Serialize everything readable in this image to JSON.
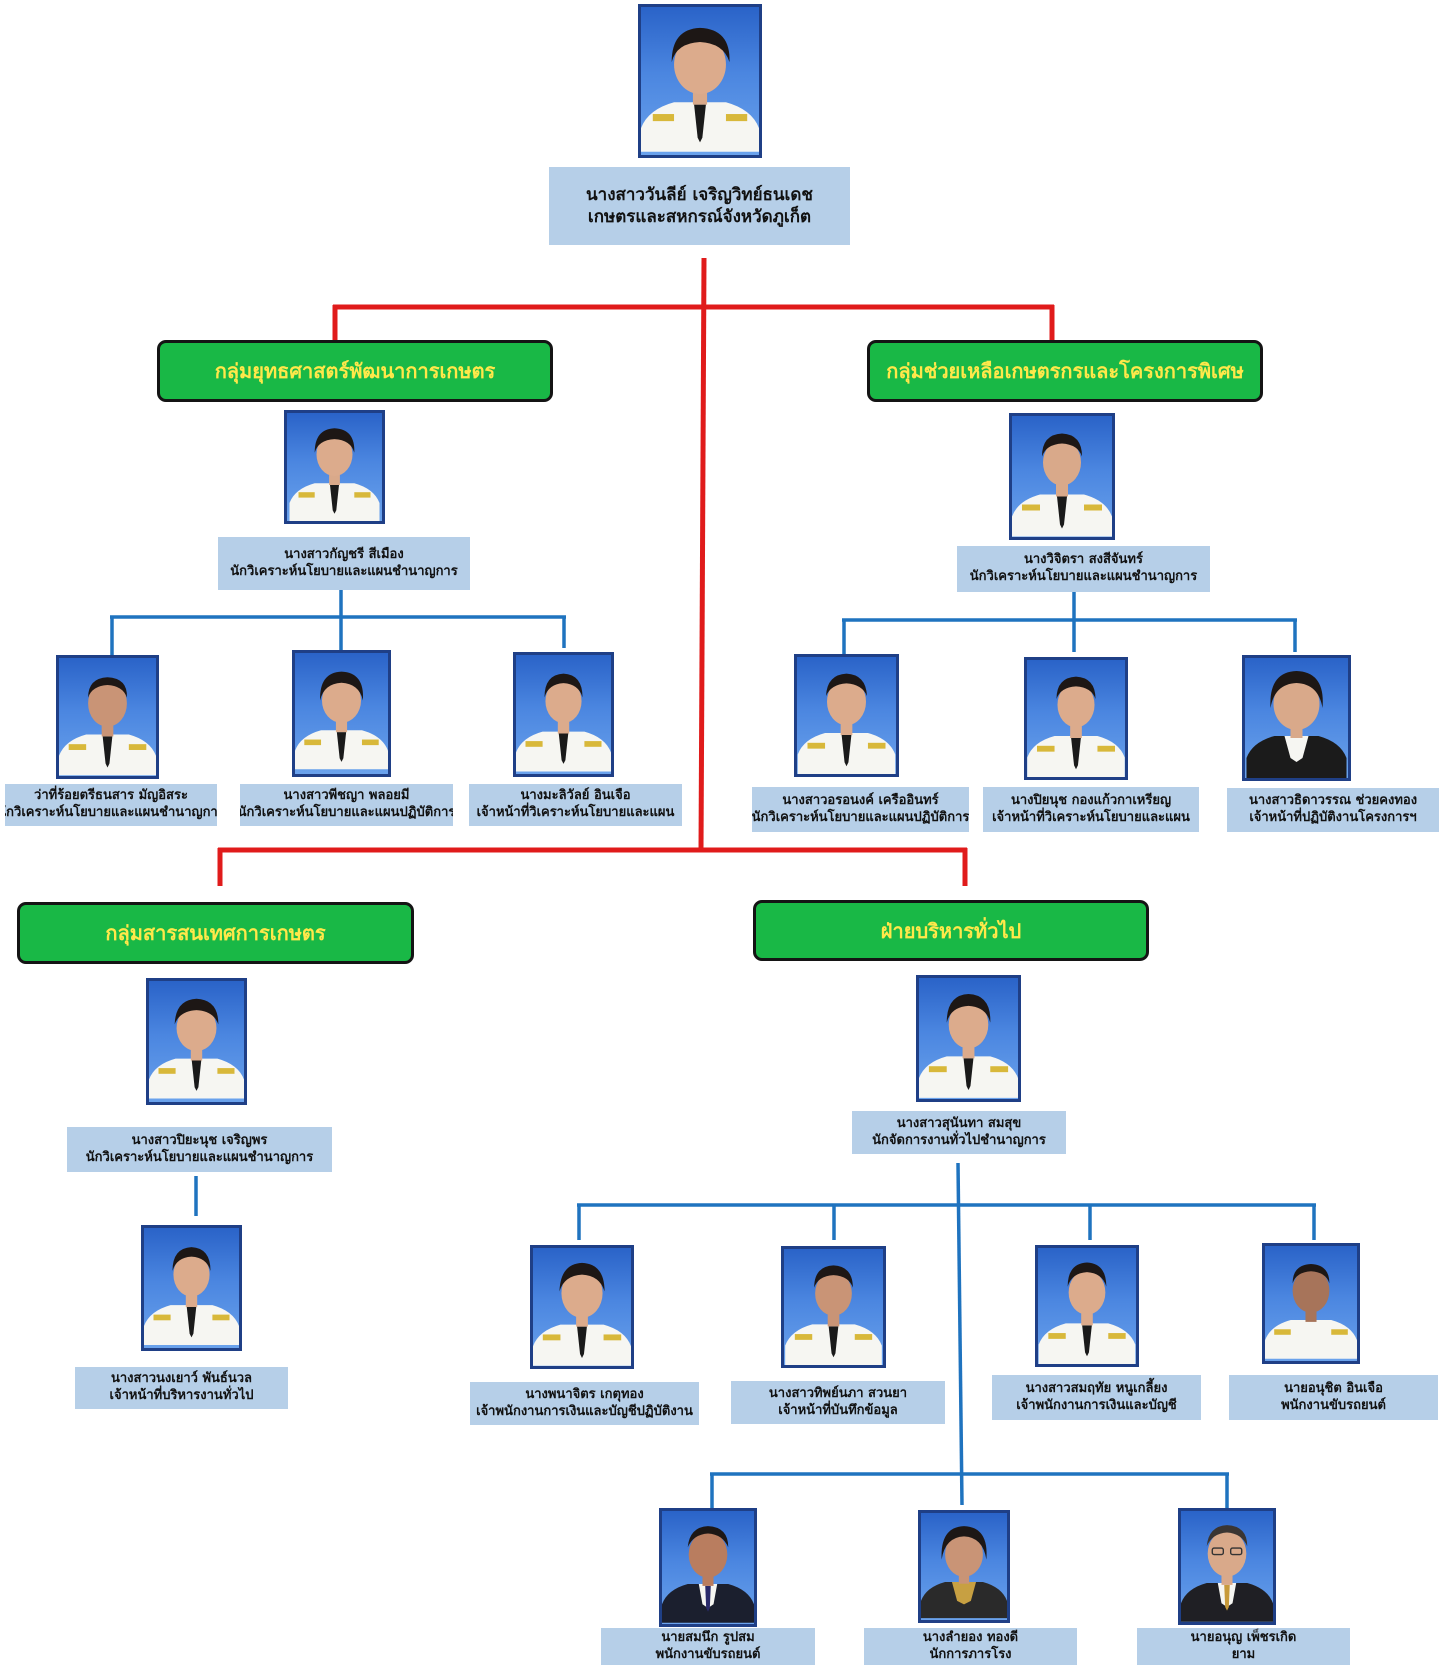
{
  "colors": {
    "trunk": "#e01b1b",
    "branch": "#1f73bf",
    "dept_bg": "#19b846",
    "dept_text": "#ffe84a",
    "label_bg": "#b6cfe8"
  },
  "head": {
    "name": "นางสาววันลีย์ เจริญวิทย์ธนเดช",
    "title": "เกษตรและสหกรณ์จังหวัดภูเก็ต"
  },
  "departments": {
    "strategy": {
      "name": "กลุ่มยุทธศาสตร์พัฒนาการเกษตร",
      "leader": {
        "name": "นางสาวกัญชรี สีเมือง",
        "title": "นักวิเคราะห์นโยบายและแผนชำนาญการ"
      },
      "staff": [
        {
          "name": "ว่าที่ร้อยตรีธนสาร มัญอิสระ",
          "title": "นักวิเคราะห์นโยบายและแผนชำนาญการ"
        },
        {
          "name": "นางสาวพีชญา พลอยมี",
          "title": "นักวิเคราะห์นโยบายและแผนปฏิบัติการ"
        },
        {
          "name": "นางมะลิวัลย์ อินเจือ",
          "title": "เจ้าหน้าที่วิเคราะห์นโยบายและแผน"
        }
      ]
    },
    "assistance": {
      "name": "กลุ่มช่วยเหลือเกษตรกรและโครงการพิเศษ",
      "leader": {
        "name": "นางวิจิตรา สงสีจันทร์",
        "title": "นักวิเคราะห์นโยบายและแผนชำนาญการ"
      },
      "staff": [
        {
          "name": "นางสาวอรอนงค์ เครืออินทร์",
          "title": "นักวิเคราะห์นโยบายและแผนปฏิบัติการ"
        },
        {
          "name": "นางปิยนุช กองแก้วกาเหรียญ",
          "title": "เจ้าหน้าที่วิเคราะห์นโยบายและแผน"
        },
        {
          "name": "นางสาวธิดาวรรณ ช่วยคงทอง",
          "title": "เจ้าหน้าที่ปฏิบัติงานโครงการฯ"
        }
      ]
    },
    "information": {
      "name": "กลุ่มสารสนเทศการเกษตร",
      "leader": {
        "name": "นางสาวปิยะนุช เจริญพร",
        "title": "นักวิเคราะห์นโยบายและแผนชำนาญการ"
      },
      "staff": [
        {
          "name": "นางสาวนงเยาว์ พันธ์นวล",
          "title": "เจ้าหน้าที่บริหารงานทั่วไป"
        }
      ]
    },
    "admin": {
      "name": "ฝ่ายบริหารทั่วไป",
      "leader": {
        "name": "นางสาวสุนันทา สมสุข",
        "title": "นักจัดการงานทั่วไปชำนาญการ"
      },
      "staff": [
        {
          "name": "นางพนาจิตร เกตุทอง",
          "title": "เจ้าพนักงานการเงินและบัญชีปฏิบัติงาน"
        },
        {
          "name": "นางสาวทิพย์นภา สวนยา",
          "title": "เจ้าหน้าที่บันทึกข้อมูล"
        },
        {
          "name": "นางสาวสมฤทัย หนูเกลี้ยง",
          "title": "เจ้าพนักงานการเงินและบัญชี"
        },
        {
          "name": "นายอนุชิต อินเจือ",
          "title": "พนักงานขับรถยนต์"
        }
      ],
      "staff2": [
        {
          "name": "นายสมนึก รูปสม",
          "title": "พนักงานขับรถยนต์"
        },
        {
          "name": "นางลำยอง ทองดี",
          "title": "นักการภารโรง"
        },
        {
          "name": "นายอนุญ เพ็ชรเกิด",
          "title": "ยาม"
        }
      ]
    }
  }
}
